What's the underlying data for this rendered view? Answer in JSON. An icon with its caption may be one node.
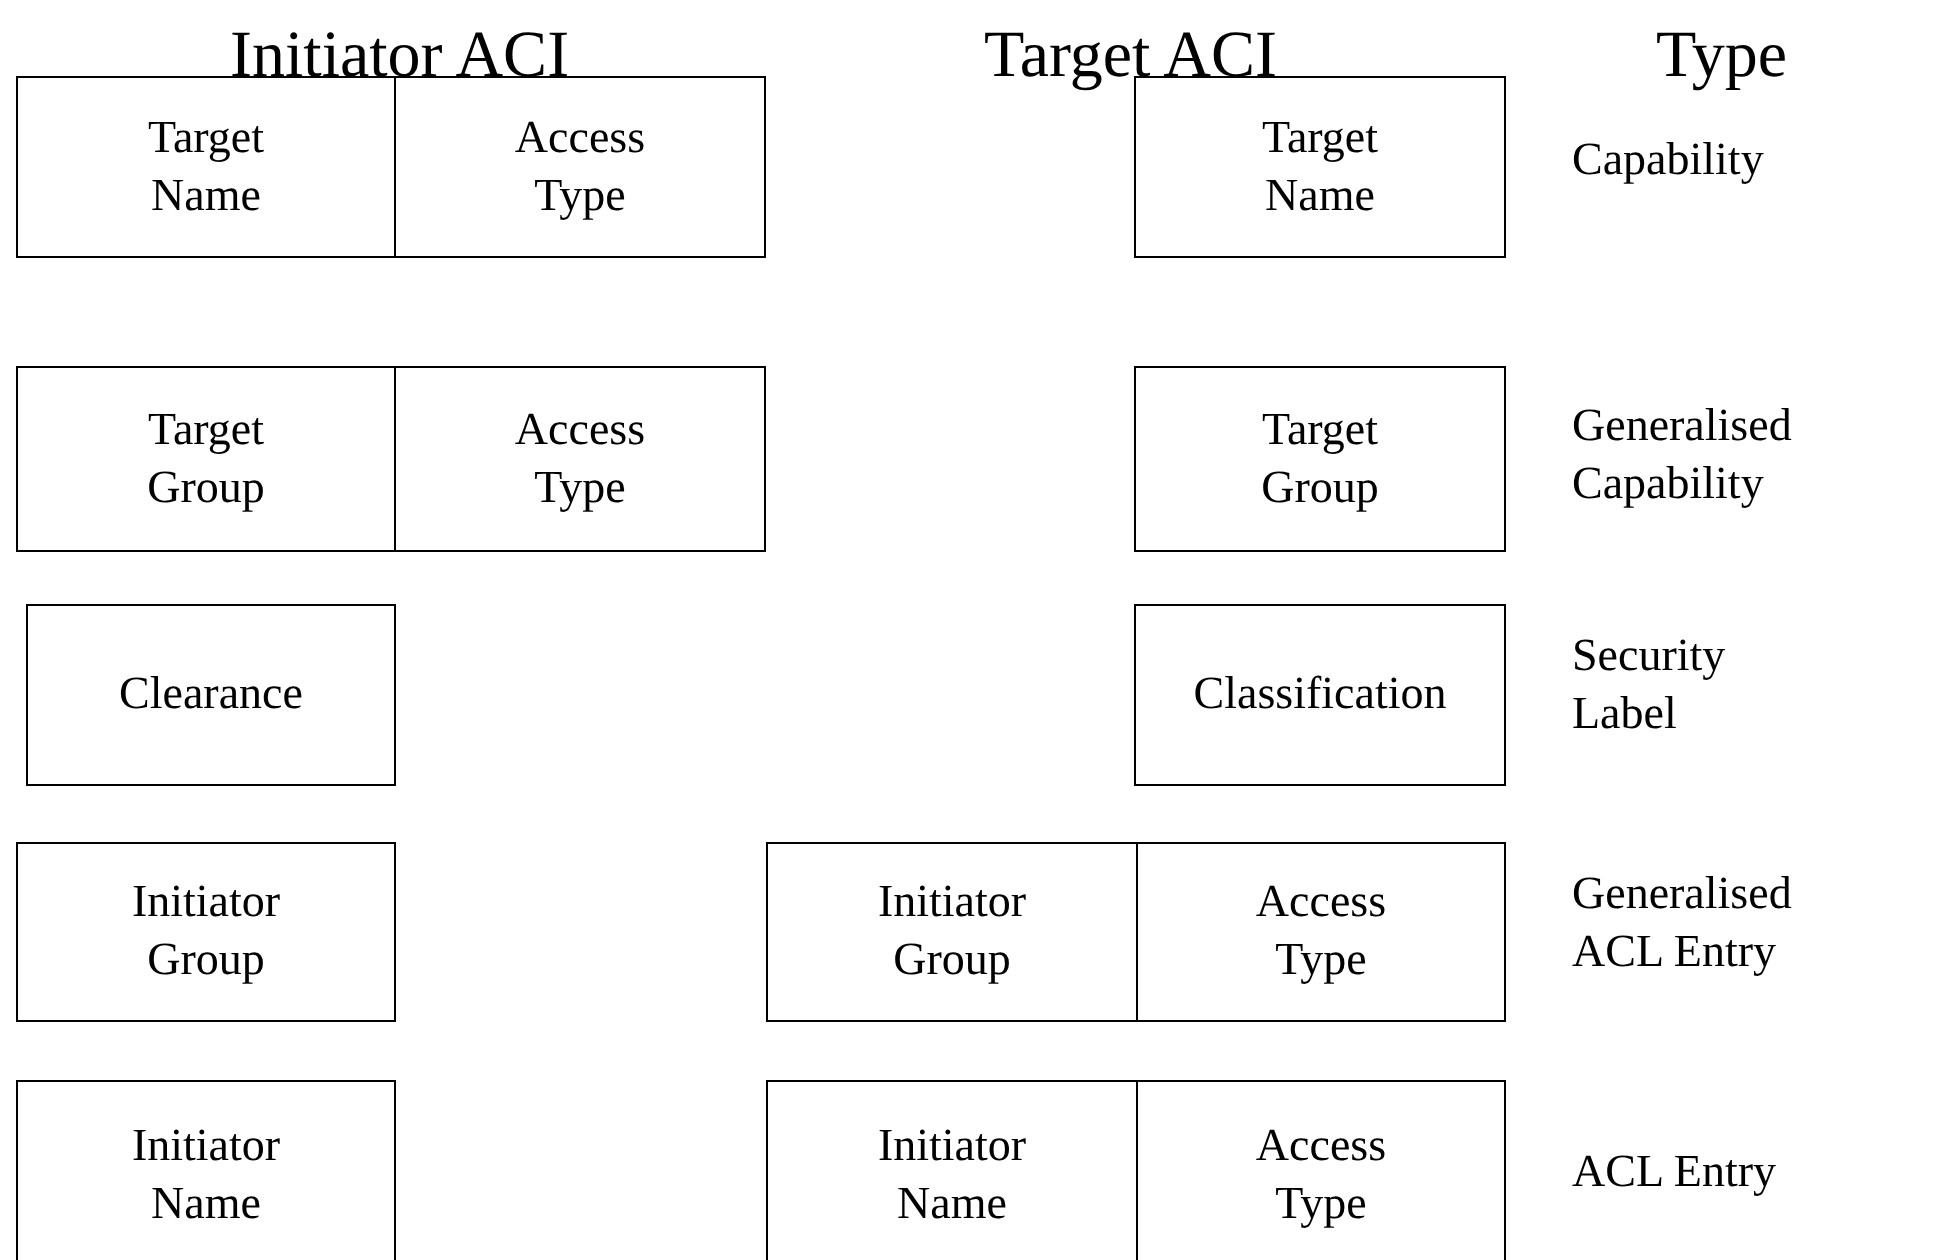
{
  "diagram": {
    "nodes": [
      {
        "text": [
          "Target Name"
        ]
      },
      {
        "text": [
          "Access Type"
        ]
      },
      {
        "text": [
          "Target Name"
        ]
      },
      {
        "text": [
          "Target Group"
        ]
      },
      {
        "text": [
          "Access Type"
        ]
      },
      {
        "text": [
          "Target Group"
        ]
      },
      {
        "text": [
          "Clearance"
        ]
      },
      {
        "text": [
          "Classification"
        ]
      },
      {
        "text": [
          "Initiator Group"
        ]
      },
      {
        "text": [
          "Initiator Group"
        ]
      },
      {
        "text": [
          "Access Type"
        ]
      },
      {
        "text": [
          "Initiator Name"
        ]
      },
      {
        "text": [
          "Initiator Name"
        ]
      },
      {
        "text": [
          "Access Type"
        ]
      }
    ],
    "edges": [],
    "labels": [
      "Initiator ACI",
      "Target ACI",
      "Type",
      "Capability",
      "Generalised Capability",
      "Security Label",
      "Generalised ACL Entry",
      "ACL Entry"
    ]
  }
}
